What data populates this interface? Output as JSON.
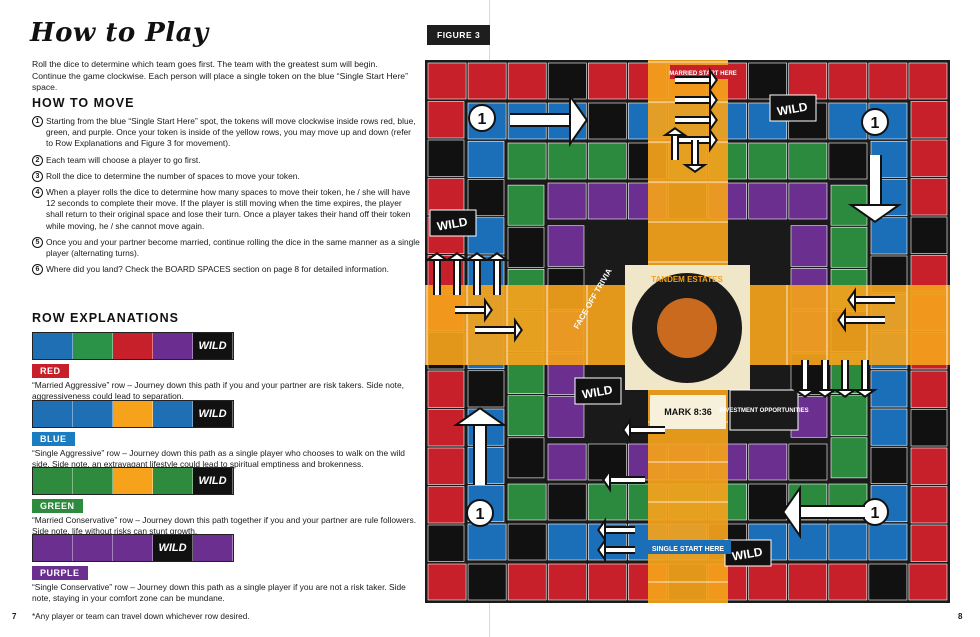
{
  "left_page": {
    "title": "How to Play",
    "intro": "Roll the dice to determine which team goes first. The team with the greatest sum will begin. Continue the game clockwise. Each person will place a single token on the blue “Single Start Here” space.",
    "how_to_move_heading": "HOW TO MOVE",
    "steps": [
      {
        "n": "1",
        "text": "Starting from the blue “Single Start Here” spot, the tokens will move clockwise inside rows red, blue, green, and purple. Once your token is inside of the yellow rows, you may move up and down (refer to Row Explanations and Figure 3 for movement)."
      },
      {
        "n": "2",
        "text": "Each team will choose a player to go first."
      },
      {
        "n": "3",
        "text": "Roll the dice to determine the number of spaces to move your token."
      },
      {
        "n": "4",
        "text": "When a player rolls the dice to determine how many spaces to move their token, he / she will have 12 seconds to complete their move. If the player is still moving when the time expires, the player shall return to their original space and lose their turn. Once a player takes their hand off their token while moving, he / she cannot move again."
      },
      {
        "n": "5",
        "text": "Once you and your partner become married, continue rolling the dice in the same manner as a single player (alternating turns)."
      },
      {
        "n": "6",
        "text": "Where did you land? Check the BOARD SPACES section on page 8 for detailed information."
      }
    ],
    "row_explanations_heading": "ROW EXPLANATIONS",
    "rows": [
      {
        "tag": "RED",
        "color": "#c8202a",
        "strip": [
          "#1f6fb5",
          "#2b9348",
          "#c8202a",
          "#6c2d91",
          "#111111"
        ],
        "text": "“Married Aggressive” row – Journey down this path if you and your partner are risk takers. Side note, aggressiveness could lead to separation."
      },
      {
        "tag": "BLUE",
        "color": "#1b7cc1",
        "strip": [
          "#1f6fb5",
          "#1f6fb5",
          "#f6a31b",
          "#1f6fb5",
          "#111111"
        ],
        "text": "“Single Aggressive” row – Journey down this path as a single player who chooses to walk on the wild side. Side note, an extravagant lifestyle could lead to spiritual emptiness and brokenness."
      },
      {
        "tag": "GREEN",
        "color": "#2e8b3e",
        "strip": [
          "#2e8b3e",
          "#2e8b3e",
          "#f6a31b",
          "#2e8b3e",
          "#111111"
        ],
        "text": "“Married Conservative” row – Journey down this path together if you and your partner are rule followers. Side note, life without risks can stunt growth."
      },
      {
        "tag": "PURPLE",
        "color": "#6a2f8f",
        "strip": [
          "#6a2f8f",
          "#6a2f8f",
          "#6a2f8f",
          "#111111",
          "#6a2f8f"
        ],
        "text": "“Single Conservative” row – Journey down this path as a single player if you are not a risk taker. Side note, staying in your comfort zone can be mundane."
      }
    ],
    "footnote": "*Any player or team can travel down whichever row desired.",
    "page_number": "7"
  },
  "right_page": {
    "figure_label": "FIGURE 3",
    "page_number": "8",
    "board_labels": {
      "center_ring": "TANDEM ESTATES",
      "wild": "WILD",
      "face_off": "FACE OFF TRIVIA",
      "mark": "MARK 8:36",
      "investment": "INVESTMENT OPPORTUNITIES",
      "single_start": "SINGLE START HERE",
      "married_start": "MARRIED START HERE",
      "one": "1"
    },
    "colors": {
      "red": "#c8202a",
      "blue": "#1b6fb8",
      "green": "#2b8a3e",
      "purple": "#6a2f8f",
      "yellow": "#f4a21b",
      "black": "#1a1a1a"
    }
  }
}
